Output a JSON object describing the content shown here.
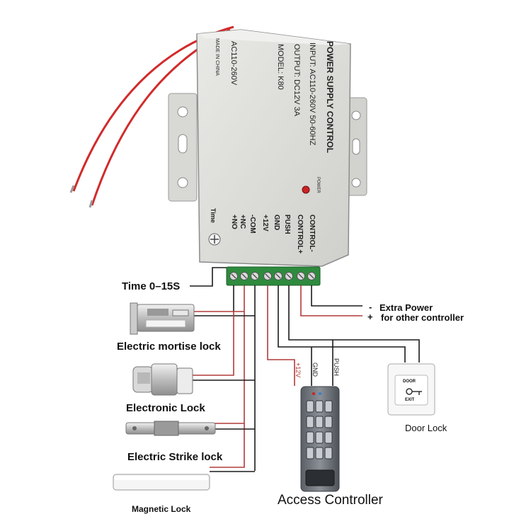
{
  "power_unit": {
    "title": "POWER SUPPLY CONTROL",
    "input": "INPUT: AC110-260V 50-60HZ",
    "output": "OUTPUT: DC12V 3A",
    "model": "MODEL: K80",
    "ac_range": "AC110-260V",
    "made_in": "MADE IN CHINA",
    "power_led_label": "POWER",
    "time_knob_label": "Time",
    "terminals": [
      "+NO",
      "+NC",
      "-COM",
      "+12V",
      "GND",
      "PUSH",
      "CONTROL+",
      "CONTROL-"
    ]
  },
  "labels": {
    "time": "Time   0–15S",
    "extra_power_sign": "-",
    "extra_power": "Extra Power",
    "other_controller_sign": "+",
    "other_controller": "for other controller",
    "mortise": "Electric mortise lock",
    "electronic": "Electronic Lock",
    "strike": "Electric Strike lock",
    "magnetic": "Magnetic Lock",
    "access": "Access Controller",
    "door_lock": "Door Lock",
    "wire_12v": "+12V",
    "wire_gnd": "GND",
    "wire_push": "PUSH",
    "door_button_text_1": "DOOR",
    "door_button_text_2": "EXIT"
  },
  "colors": {
    "wire_black": "#1a1a1a",
    "wire_red": "#b23a3a",
    "terminal_green": "#2e8b3e",
    "device_grey": "#dcdcdc",
    "power_red": "#cc2222"
  }
}
